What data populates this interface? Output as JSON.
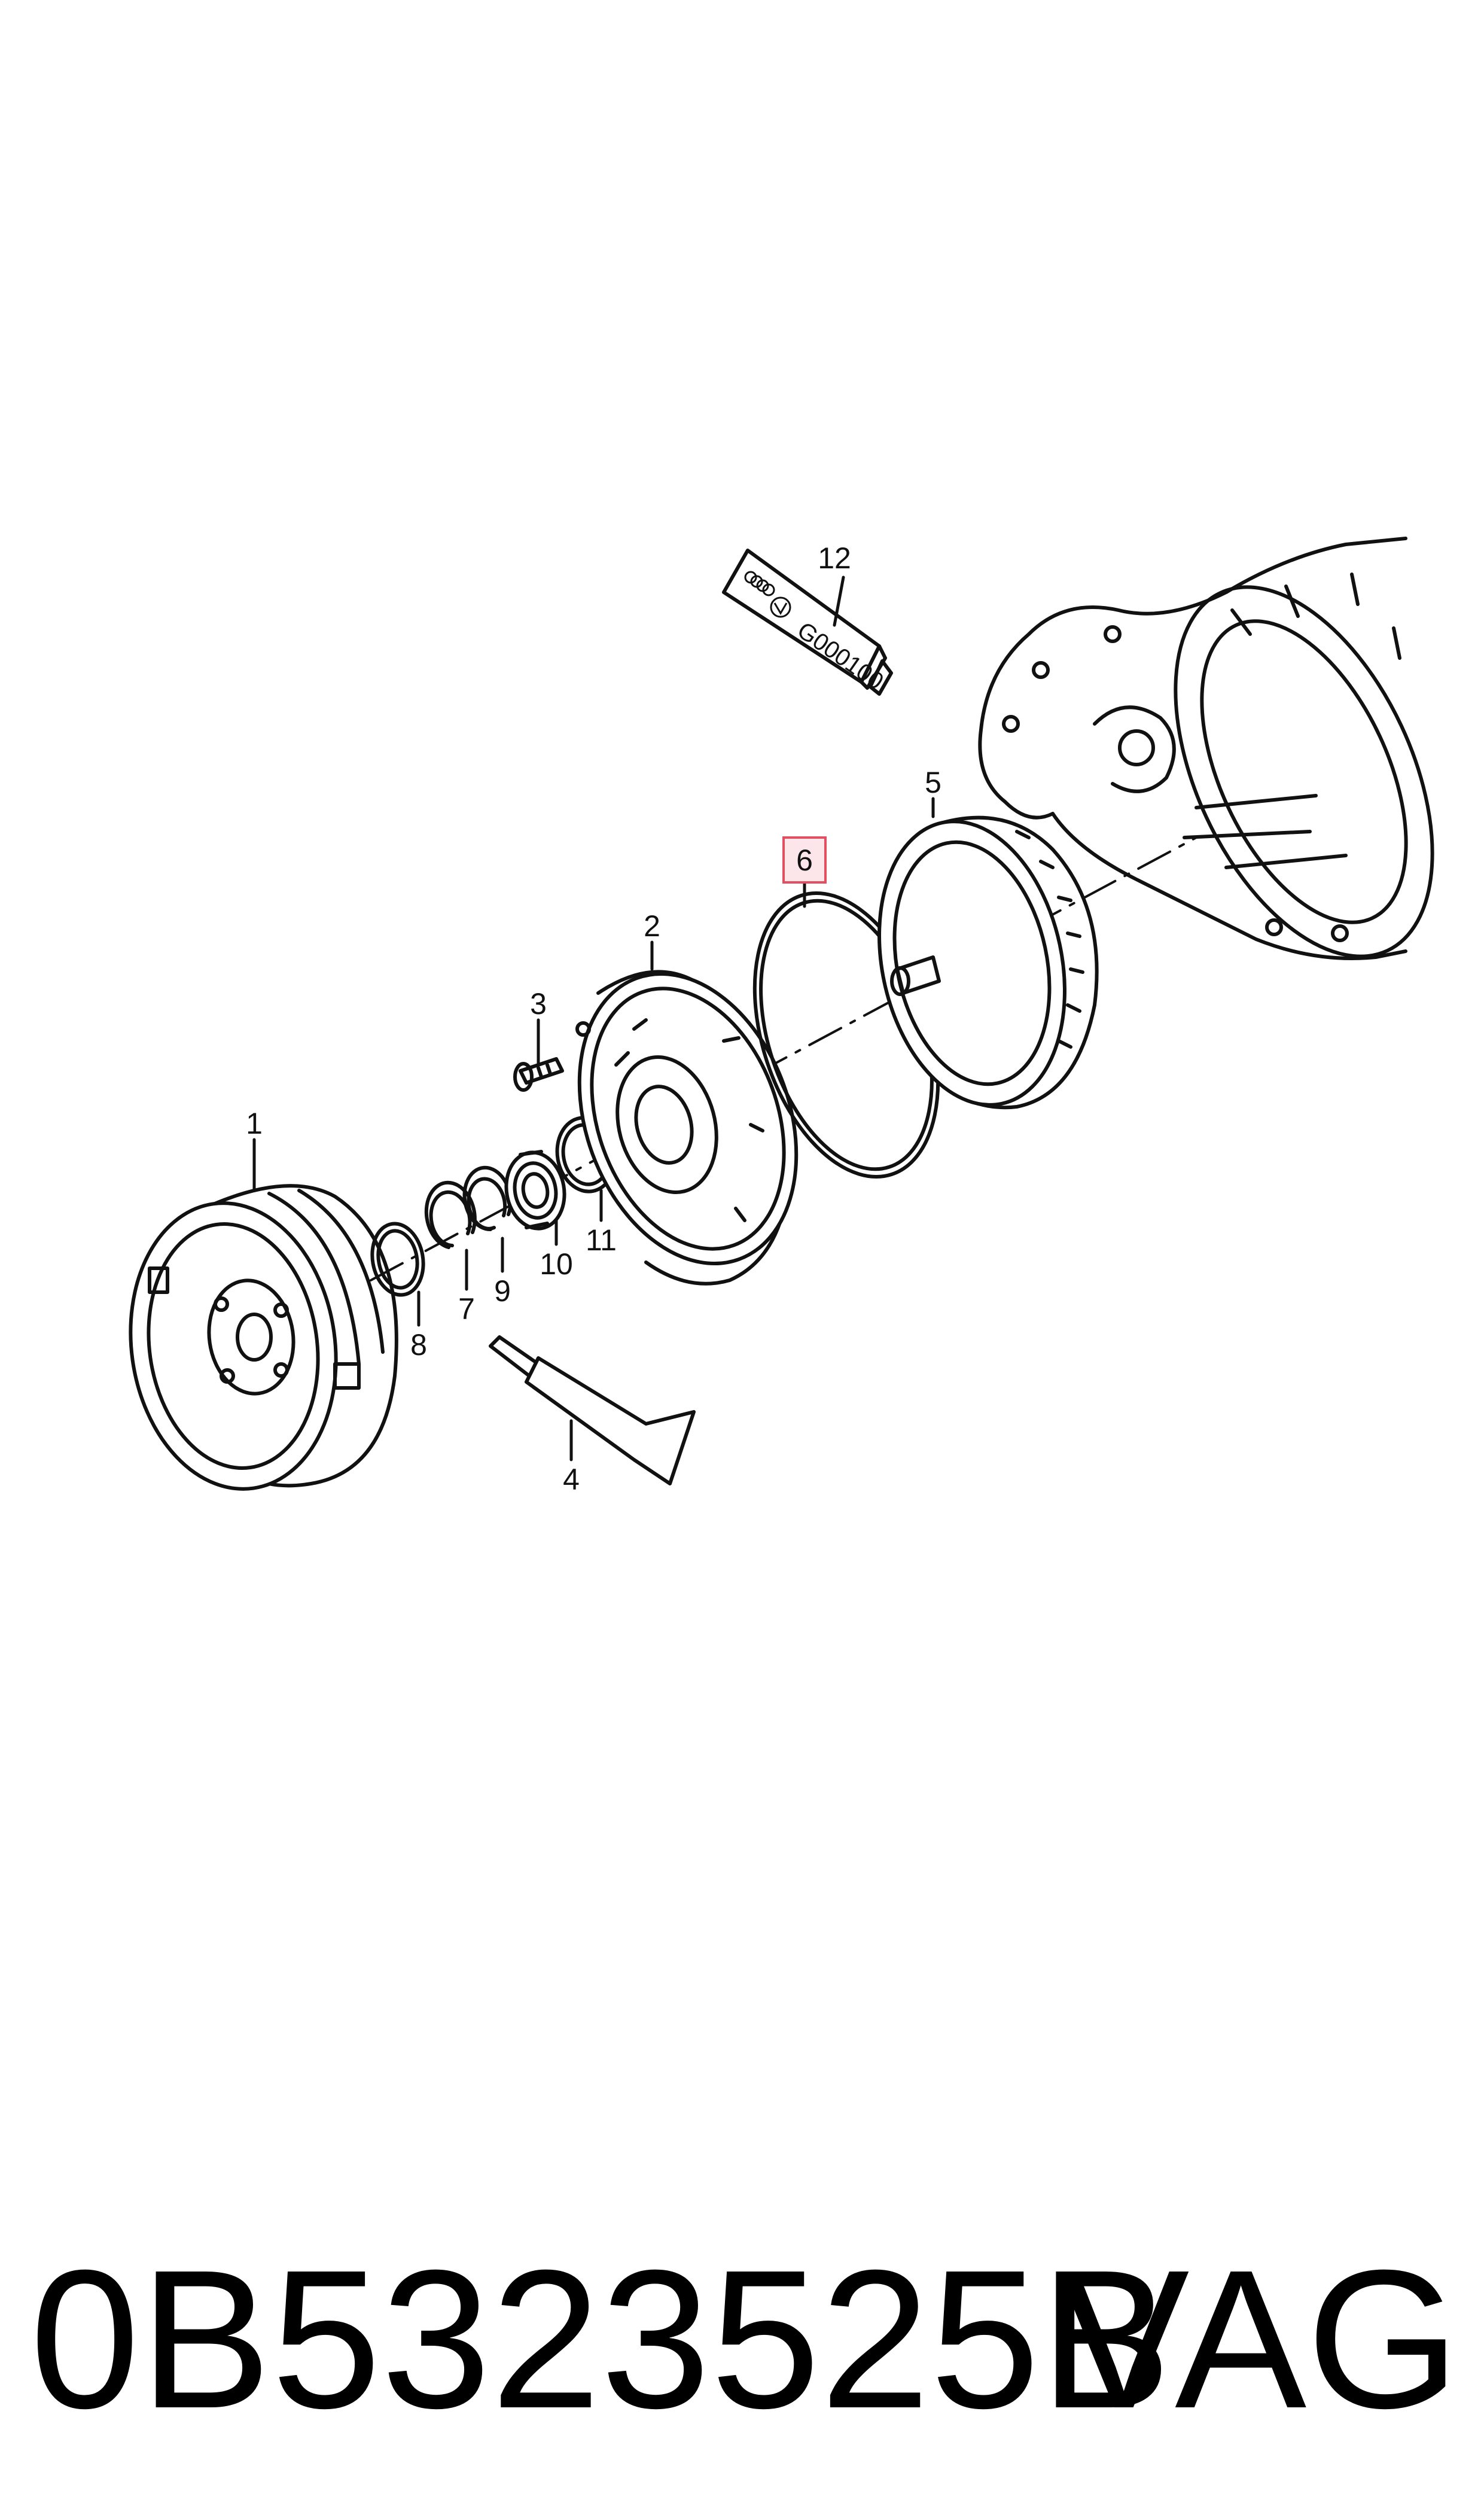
{
  "diagram": {
    "callouts": [
      {
        "id": "1",
        "label": "1"
      },
      {
        "id": "2",
        "label": "2"
      },
      {
        "id": "3",
        "label": "3"
      },
      {
        "id": "4",
        "label": "4"
      },
      {
        "id": "5",
        "label": "5"
      },
      {
        "id": "6",
        "label": "6",
        "highlighted": true
      },
      {
        "id": "7",
        "label": "7"
      },
      {
        "id": "8",
        "label": "8"
      },
      {
        "id": "9",
        "label": "9"
      },
      {
        "id": "10",
        "label": "10"
      },
      {
        "id": "11",
        "label": "11"
      },
      {
        "id": "12",
        "label": "12"
      }
    ],
    "sealant_tube_text": "G000100",
    "highlight_color": "#e05060"
  },
  "caption": {
    "part_number": "0B5323525B",
    "brand": "VAG"
  }
}
